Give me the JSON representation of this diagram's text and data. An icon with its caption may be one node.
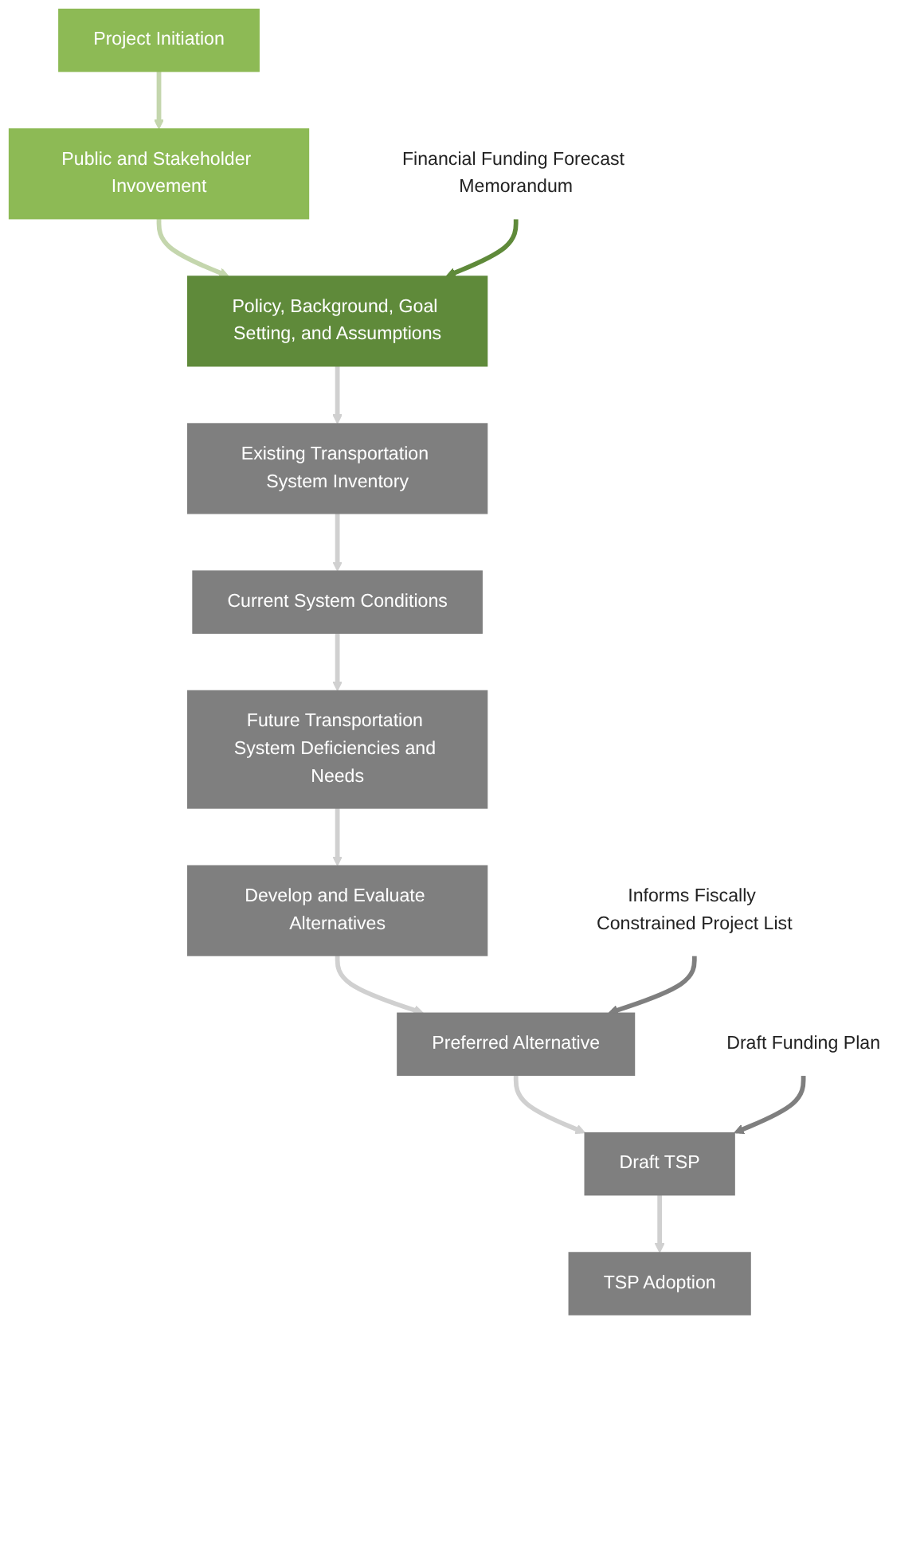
{
  "diagram": {
    "nodes": [
      {
        "text": [
          "Project Initiation"
        ]
      },
      {
        "text": [
          "Public and Stakeholder Invovement"
        ]
      },
      {
        "text": [
          "Policy, Background, Goal Setting, and Assumptions"
        ]
      },
      {
        "text": [
          "Existing Transportation System Inventory"
        ]
      },
      {
        "text": [
          "Current System Conditions"
        ]
      },
      {
        "text": [
          "Future Transportation System Deficiencies and Needs"
        ]
      },
      {
        "text": [
          "Develop and Evaluate Alternatives"
        ]
      },
      {
        "text": [
          "Preferred Alternative"
        ]
      },
      {
        "text": [
          "Draft TSP"
        ]
      },
      {
        "text": [
          "TSP Adoption"
        ]
      },
      {
        "text": [
          "Financial Funding Forecast Memorandum"
        ]
      },
      {
        "text": [
          "Informs Fiscally Constrained Project List"
        ]
      },
      {
        "text": [
          "Draft Funding Plan"
        ]
      }
    ],
    "edges": [
      {
        "from": 0,
        "to": 1,
        "arrow": "to",
        "color": "#c4d6ad"
      },
      {
        "from": 1,
        "to": 2,
        "arrow": "to",
        "color": "#c4d6ad"
      },
      {
        "from": 2,
        "to": 3,
        "arrow": "to"
      },
      {
        "from": 3,
        "to": 4,
        "arrow": "to"
      },
      {
        "from": 4,
        "to": 5,
        "arrow": "to"
      },
      {
        "from": 5,
        "to": 6,
        "arrow": "to"
      },
      {
        "from": 6,
        "to": 7,
        "arrow": "to"
      },
      {
        "from": 7,
        "to": 8,
        "arrow": "to"
      },
      {
        "from": 8,
        "to": 9,
        "arrow": "to"
      },
      {
        "from": 10,
        "to": 2,
        "arrow": "to",
        "color": "#5f8a3a"
      },
      {
        "from": 11,
        "to": 7,
        "arrow": "to",
        "color": "#7f7f7f"
      },
      {
        "from": 12,
        "to": 8,
        "arrow": "to",
        "color": "#7f7f7f"
      }
    ]
  }
}
